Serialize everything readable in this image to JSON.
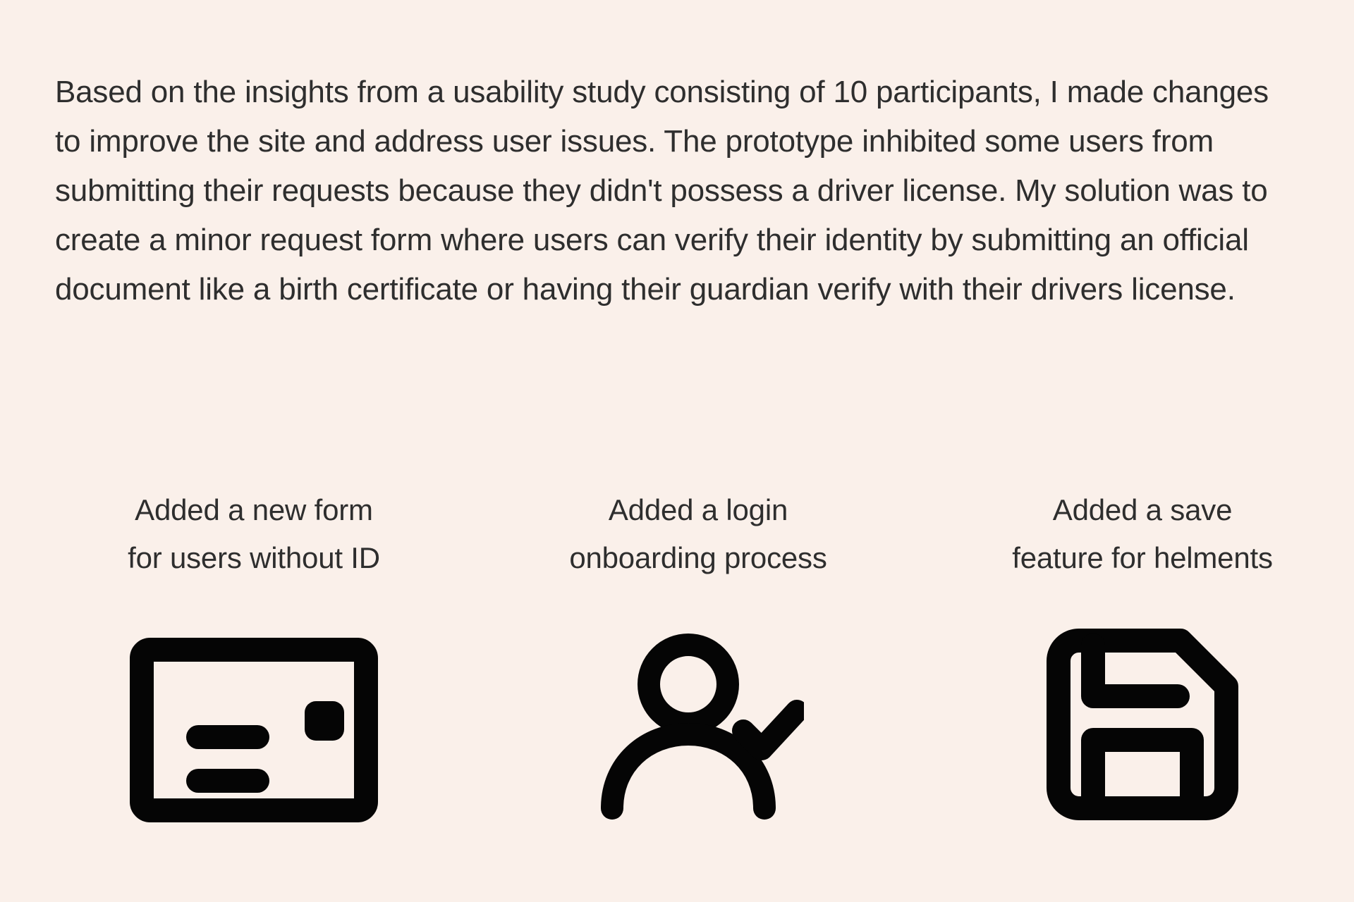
{
  "background_color": "#faf0ea",
  "text_color": "#2e2e2e",
  "intro": {
    "paragraph": "Based on the insights from a usability study consisting of 10 participants, I made changes to improve the site and address user issues. The prototype inhibited some users from submitting their requests because they didn't possess a driver license. My solution was to create a minor request form where users can verify their identity by submitting an official document like a birth certificate or having their guardian verify with their drivers license."
  },
  "features": [
    {
      "caption": "Added a new form\nfor users without ID",
      "caption_line1": "Added a new form",
      "caption_line2": "for users without ID",
      "icon": "id-card-icon"
    },
    {
      "caption": "Added a login\nonboarding process",
      "caption_line1": "Added a login",
      "caption_line2": "onboarding process",
      "icon": "user-check-icon"
    },
    {
      "caption": "Added a save\nfeature for helments",
      "caption_line1": "Added a save",
      "caption_line2": "feature for helments",
      "icon": "floppy-disk-save-icon"
    }
  ]
}
